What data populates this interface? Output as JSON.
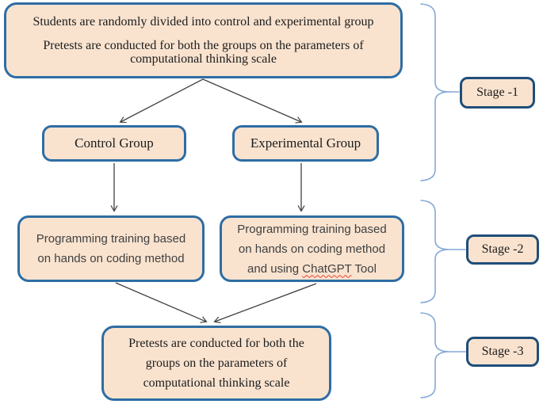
{
  "colors": {
    "node-fill": "#f9e3cf",
    "node-border": "#2e6da4",
    "stage-border": "#1f4e79",
    "brace": "#84a9d6",
    "arrow": "#404040",
    "serif-text": "#1c1c1c",
    "sans-text": "#404040",
    "wavy": "#e8432e"
  },
  "diagram": {
    "nodes": {
      "top": {
        "line1": "Students are randomly divided into control and experimental group",
        "line2": "Pretests are conducted for both the groups on the parameters of computational thinking scale"
      },
      "control": {
        "label": "Control Group"
      },
      "experimental": {
        "label": "Experimental Group"
      },
      "training_control": {
        "line1": "Programming training based",
        "line2": "on hands on coding method"
      },
      "training_experimental": {
        "line1": "Programming training based",
        "line2": "on hands on coding method",
        "line3_prefix": "and using ",
        "line3_highlight": "ChatGPT",
        "line3_suffix": " Tool"
      },
      "posttest": {
        "text": "Pretests are conducted for both the groups on the parameters of computational thinking scale"
      }
    },
    "stages": [
      {
        "label": "Stage -1"
      },
      {
        "label": "Stage -2"
      },
      {
        "label": "Stage -3"
      }
    ]
  }
}
